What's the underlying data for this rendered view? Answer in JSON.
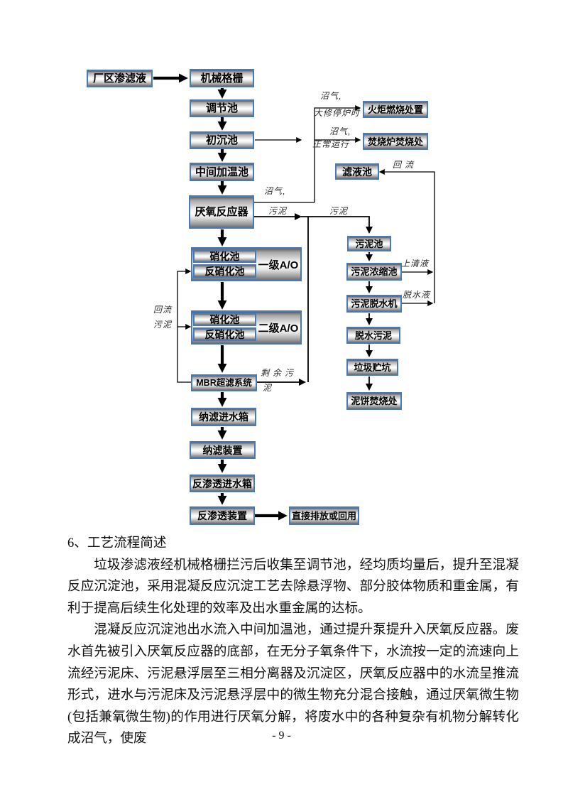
{
  "page": {
    "heading": "6、工艺流程简述",
    "paragraphs": [
      "垃圾渗滤液经机械格栅拦污后收集至调节池，经均质均量后，提升至混凝反应沉淀池，采用混凝反应沉淀工艺去除悬浮物、部分胶体物质和重金属，有利于提高后续生化处理的效率及出水重金属的达标。",
      "混凝反应沉淀池出水流入中间加温池，通过提升泵提升入厌氧反应器。废水首先被引入厌氧反应器的底部，在无分子氧条件下，水流按一定的流速向上流经污泥床、污泥悬浮层至三相分离器及沉淀区，厌氧反应器中的水流呈推流形式，进水与污泥床及污泥悬浮层中的微生物充分混合接触，通过厌氧微生物(包括兼氧微生物)的作用进行厌氧分解，将废水中的各种复杂有机物分解转化成沼气，使废"
    ],
    "page_number": "- 9 -"
  },
  "flowchart": {
    "nodes": {
      "plant_leachate": "厂区渗滤液",
      "mechanical_screen": "机械格栅",
      "regulating_tank": "调节池",
      "primary_sedimentation": "初沉池",
      "intermediate_heating": "中间加温池",
      "anaerobic_reactor": "厌氧反应器",
      "ao1_nitrification": "硝化池",
      "ao1_denitrification": "反硝化池",
      "ao1_label": "一级A/O",
      "ao2_nitrification": "硝化池",
      "ao2_denitrification": "反硝化池",
      "ao2_label": "二级A/O",
      "mbr": "MBR超滤系统",
      "nf_feed_tank": "纳滤进水箱",
      "nf_unit": "纳滤装置",
      "ro_feed_tank": "反渗透进水箱",
      "ro_unit": "反渗透装置",
      "discharge": "直接排放或回用",
      "flare": "火炬燃烧处置",
      "incinerator": "焚烧炉焚烧处",
      "filtrate_tank": "滤液池",
      "sludge_tank": "污泥池",
      "sludge_thickener": "污泥浓缩池",
      "sludge_dewatering": "污泥脱水机",
      "dewatered_sludge": "脱水污泥",
      "waste_pit": "垃圾贮坑",
      "sludge_cake": "泥饼焚烧处"
    },
    "edge_labels": {
      "biogas_flare": "沼气,",
      "flare_condition": "大修停炉时",
      "biogas_incinerator": "沼气,",
      "incinerator_condition": "正常运行",
      "reflux": "回  流",
      "biogas_reactor": "沼气,",
      "sludge_reactor": "污泥",
      "sludge_to_tank": "污泥",
      "supernatant": "上清液",
      "dewatered_liquid": "脱水液",
      "return_line1": "回流",
      "return_line2": "污泥",
      "excess_sludge_line1": "剩 余 污",
      "excess_sludge_line2": "泥"
    },
    "colors": {
      "node_border": "#4a79b8",
      "line": "#000000"
    }
  }
}
